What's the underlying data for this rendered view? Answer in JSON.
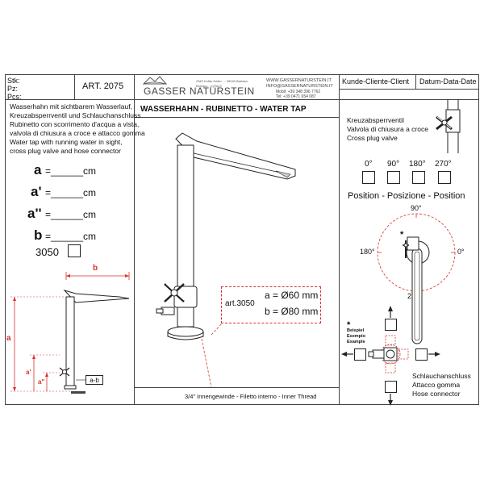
{
  "header": {
    "stk_label": "Stk:",
    "pz_label": "Pz:",
    "pcs_label": "Pcs:",
    "art_label": "ART. 2075",
    "company_name": "GASSER NATURSTEIN",
    "company_address_1": "GMZ Kofler Keller - - 39040 Barbian",
    "company_address_2": "Bolzano - (I)ITALY",
    "website": "WWW.GASSERNATURSTEIN.IT",
    "email": "INFO@GASSERNATURSTEIN.IT",
    "mobile": "Mobil: +39 348 396 7762",
    "tel": "Tel: +39 0471 654 087",
    "customer_label": "Kunde-Cliente-Client",
    "date_label": "Datum-Data-Date"
  },
  "description": {
    "line1": "Wasserhahn mit sichtbarem Wasserlauf,",
    "line2": "Kreuzabsperrventil und Schlauchanschluss",
    "line3": "Rubinetto con scorrimento d'acqua a vista,",
    "line4": "valvola di chiusura a croce e attacco gomma",
    "line5": "Water tap with running water in sight,",
    "line6": "cross plug valve and hose connector"
  },
  "dimensions": {
    "a_letter": "a",
    "a_blank": "=______cm",
    "a1_letter": "a'",
    "a1_blank": "=______cm",
    "a2_letter": "a''",
    "a2_blank": "=______cm",
    "b_letter": "b",
    "b_blank": "=______cm",
    "code_3050": "3050"
  },
  "sketch": {
    "b_label": "b",
    "a_label": "a",
    "a1_label": "a'",
    "a2_label": "a''",
    "ab_label": "a-b"
  },
  "main": {
    "title": "WASSERHAHN - RUBINETTO - WATER TAP",
    "art_code": "art.3050",
    "a_value": "a = Ø60 mm",
    "b_value": "b = Ø80 mm",
    "thread_note": "3/4\" Innengewinde - Filetto interno - Inner Thread"
  },
  "valve": {
    "title1": "Kreuzabsperrventil",
    "title2": "Valvola di chiusura a croce",
    "title3": "Cross plug valve",
    "angles": [
      "0°",
      "90°",
      "180°",
      "270°"
    ]
  },
  "position": {
    "title": "Position - Posizione - Position",
    "deg_top": "90°",
    "deg_left": "180°",
    "deg_right": "0°",
    "deg_bottom": "270°",
    "star": "*"
  },
  "hose": {
    "star": "*",
    "ex1": "Beispiel",
    "ex2": "Esempio",
    "ex3": "Example",
    "line1": "Schlauchanschluss",
    "line2": "Attacco gomma",
    "line3": "Hose connector"
  },
  "colors": {
    "accent_red": "#d9302c",
    "line": "#222222"
  }
}
